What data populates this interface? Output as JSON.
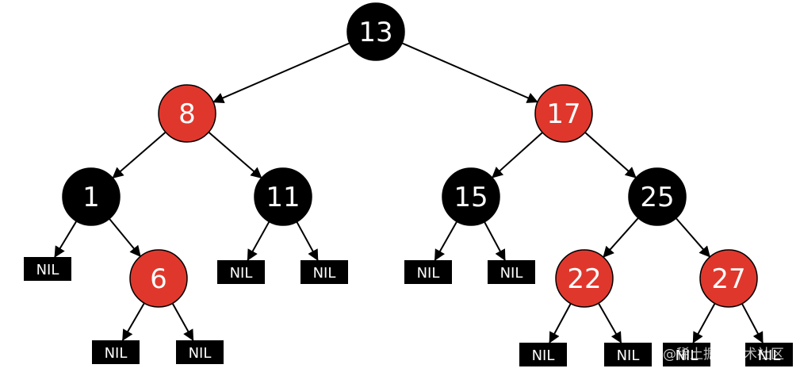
{
  "colors": {
    "red": "#e0372c",
    "black": "#000000",
    "text": "#ffffff"
  },
  "tree": {
    "nodes": [
      {
        "id": "n13",
        "label": "13",
        "color": "black"
      },
      {
        "id": "n8",
        "label": "8",
        "color": "red"
      },
      {
        "id": "n17",
        "label": "17",
        "color": "red"
      },
      {
        "id": "n1",
        "label": "1",
        "color": "black"
      },
      {
        "id": "n11",
        "label": "11",
        "color": "black"
      },
      {
        "id": "n15",
        "label": "15",
        "color": "black"
      },
      {
        "id": "n25",
        "label": "25",
        "color": "black"
      },
      {
        "id": "n6",
        "label": "6",
        "color": "red"
      },
      {
        "id": "n22",
        "label": "22",
        "color": "red"
      },
      {
        "id": "n27",
        "label": "27",
        "color": "red"
      }
    ],
    "nil_label": "NIL",
    "edges": [
      [
        "n13",
        "n8"
      ],
      [
        "n13",
        "n17"
      ],
      [
        "n8",
        "n1"
      ],
      [
        "n8",
        "n11"
      ],
      [
        "n17",
        "n15"
      ],
      [
        "n17",
        "n25"
      ],
      [
        "n1",
        "nil_1a"
      ],
      [
        "n1",
        "n6"
      ],
      [
        "n11",
        "nil_11a"
      ],
      [
        "n11",
        "nil_11b"
      ],
      [
        "n15",
        "nil_15a"
      ],
      [
        "n15",
        "nil_15b"
      ],
      [
        "n25",
        "n22"
      ],
      [
        "n25",
        "n27"
      ],
      [
        "n6",
        "nil_6a"
      ],
      [
        "n6",
        "nil_6b"
      ],
      [
        "n22",
        "nil_22a"
      ],
      [
        "n22",
        "nil_22b"
      ],
      [
        "n27",
        "nil_27a"
      ],
      [
        "n27",
        "nil_27b"
      ]
    ]
  },
  "watermark": "@稀土掘金技术社区"
}
